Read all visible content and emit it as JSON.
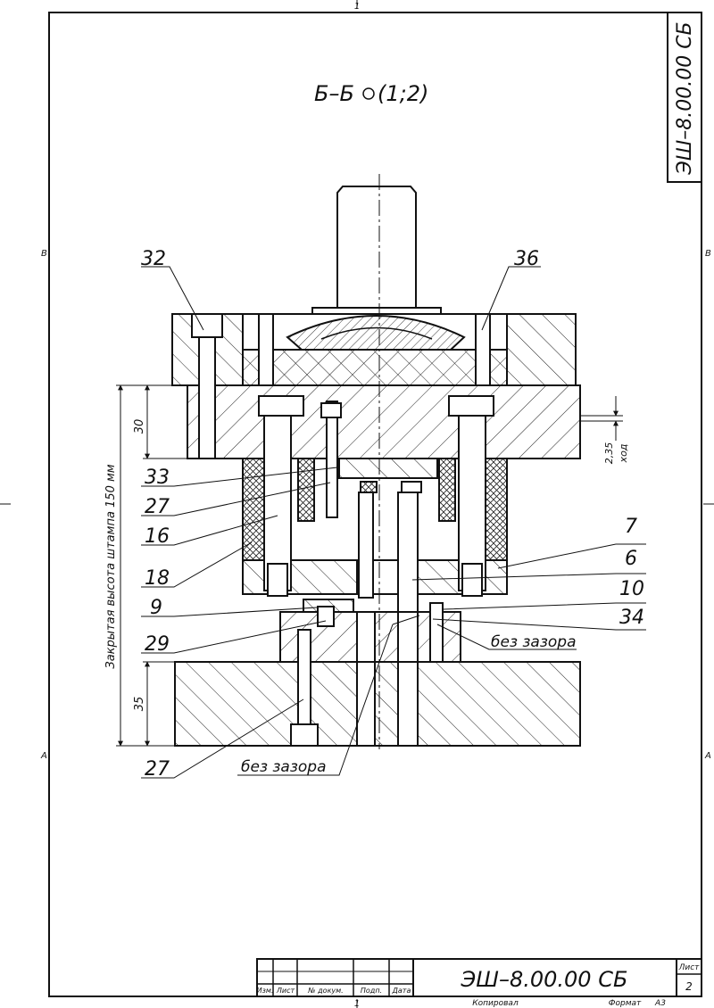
{
  "sheet": {
    "zone_top": "1",
    "zone_bottom": "1",
    "zone_left_upper": "B",
    "zone_right_upper": "B",
    "zone_left_lower": "A",
    "zone_right_lower": "A",
    "stamp_code": "ЭШ–8.00.00 СБ"
  },
  "section_title": "Б–Б",
  "section_scale": "(1;2)",
  "callouts": {
    "c32": "32",
    "c36": "36",
    "c33": "33",
    "c27a": "27",
    "c16": "16",
    "c18": "18",
    "c9": "9",
    "c29": "29",
    "c27b": "27",
    "c7": "7",
    "c6": "6",
    "c10": "10",
    "c34": "34"
  },
  "notes": {
    "gap_right": "без зазора",
    "gap_bottom": "без зазора",
    "closed_height": "Закрытая высота штампа 150 мм"
  },
  "dimensions": {
    "d30": "30",
    "d35": "35",
    "stroke_value": "2,35",
    "stroke_label": "ход"
  },
  "title_block": {
    "designation": "ЭШ–8.00.00 СБ",
    "sheet_label": "Лист",
    "sheet_number": "2",
    "col_izm": "Изм.",
    "col_list": "Лист",
    "col_doc": "№ докум.",
    "col_sign": "Подп.",
    "col_date": "Дата",
    "copied": "Копировал",
    "format_label": "Формат",
    "format_value": "А3"
  }
}
